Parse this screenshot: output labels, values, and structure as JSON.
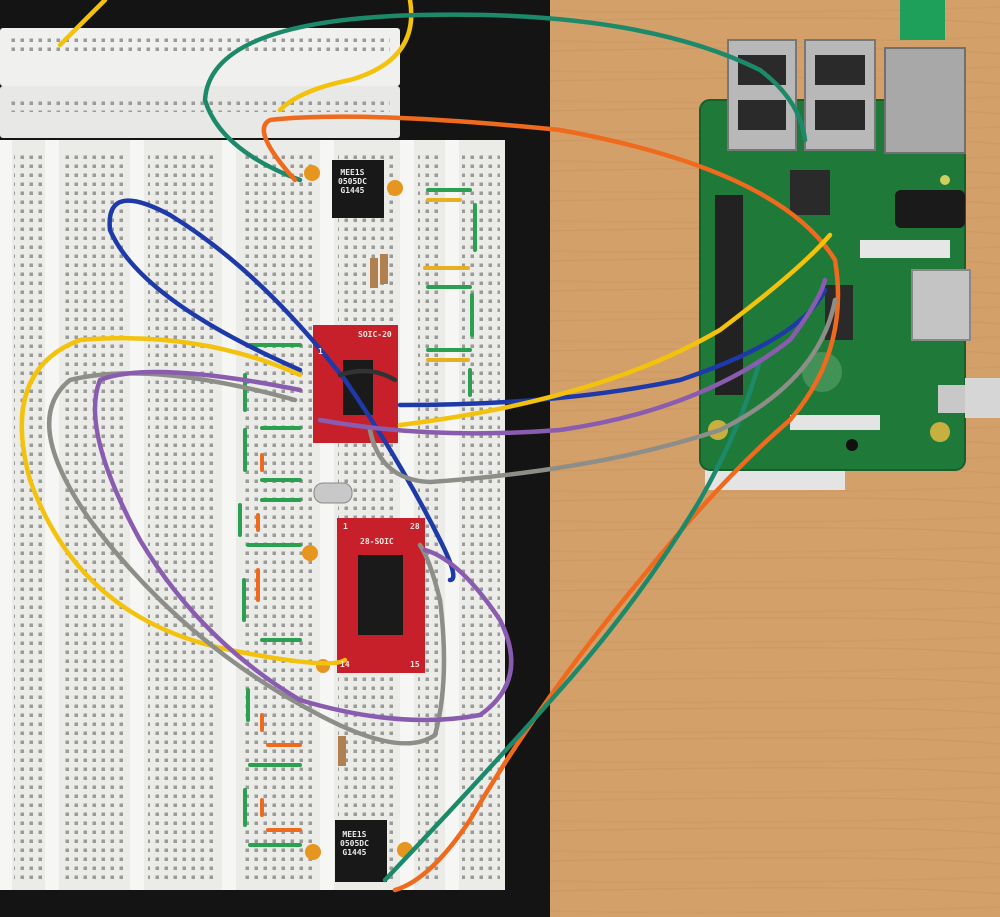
{
  "scene": {
    "description_free": true,
    "colors": {
      "desk": "#d4a06a",
      "desk_grain": "#c08a55",
      "backing_board": "#141414",
      "breadboard": "#ebebe8",
      "breadboard_rail": "#f4f4f2",
      "hole": "#9a9a98",
      "pcb_red": "#c8202a",
      "pi_green": "#1f7a3a",
      "wire_orange": "#f06a1e",
      "wire_green": "#1c8a6a",
      "wire_blue": "#1e3aa8",
      "wire_yellow": "#f2c20c",
      "wire_purple": "#8a5cb0",
      "wire_gray": "#8e8e88",
      "capacitor": "#e6951e",
      "crystal": "#c8c8c8"
    }
  },
  "labels": {
    "soic20": "SOIC-20",
    "soic28": "28-SOIC",
    "pin1_top": "1",
    "pin1_bottom": "1",
    "pin28": "28",
    "pin14": "14",
    "pin15": "15",
    "module_top": "MEE1S\n0505DC\nG1445",
    "module_bottom": "MEE1S\n0505DC\nG1445"
  }
}
